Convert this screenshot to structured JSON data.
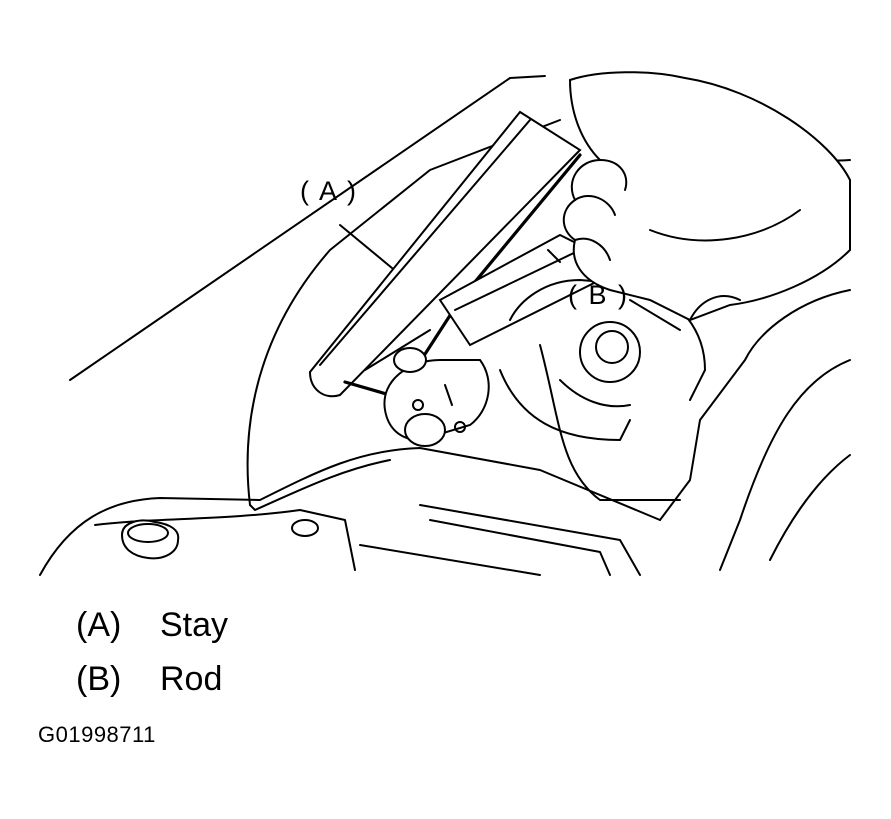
{
  "callouts": {
    "a": "( A )",
    "b": "( B )"
  },
  "legend": [
    {
      "key": "(A)",
      "label": "Stay"
    },
    {
      "key": "(B)",
      "label": "Rod"
    }
  ],
  "figure_code": "G01998711"
}
